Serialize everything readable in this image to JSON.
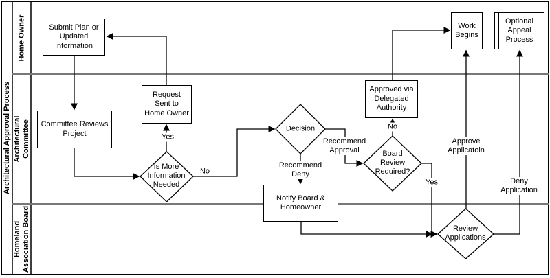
{
  "title": "Architectural Approval Process",
  "lanes": [
    {
      "label": "Home Owner"
    },
    {
      "label": "Architectural Committee"
    },
    {
      "label": "Homeland Association Board"
    }
  ],
  "nodes": {
    "submit_plan": "Submit Plan or Updated Information",
    "committee_reviews": "Committee Reviews Project",
    "request_sent": "Request Sent to Home Owner",
    "is_more_info": "Is More Information Needed",
    "decision": "Decision",
    "notify_board": "Notify Board & Homeowner",
    "board_review": "Board Review Required?",
    "approved_delegated": "Approved via Delegated Authority",
    "work_begins": "Work Begins",
    "optional_appeal": "Optional Appeal Process",
    "review_applications": "Review Applications"
  },
  "edge_labels": {
    "yes_more_info": "Yes",
    "no_more_info": "No",
    "recommend_deny": "Recommend Deny",
    "recommend_approval": "Recommend Approval",
    "no_board_review": "No",
    "yes_board_review": "Yes",
    "approve_application": "Approve Applicatoin",
    "deny_application": "Deny Application"
  },
  "colors": {
    "stroke": "#000000",
    "lane_divider": "#787878",
    "background": "#ffffff"
  }
}
